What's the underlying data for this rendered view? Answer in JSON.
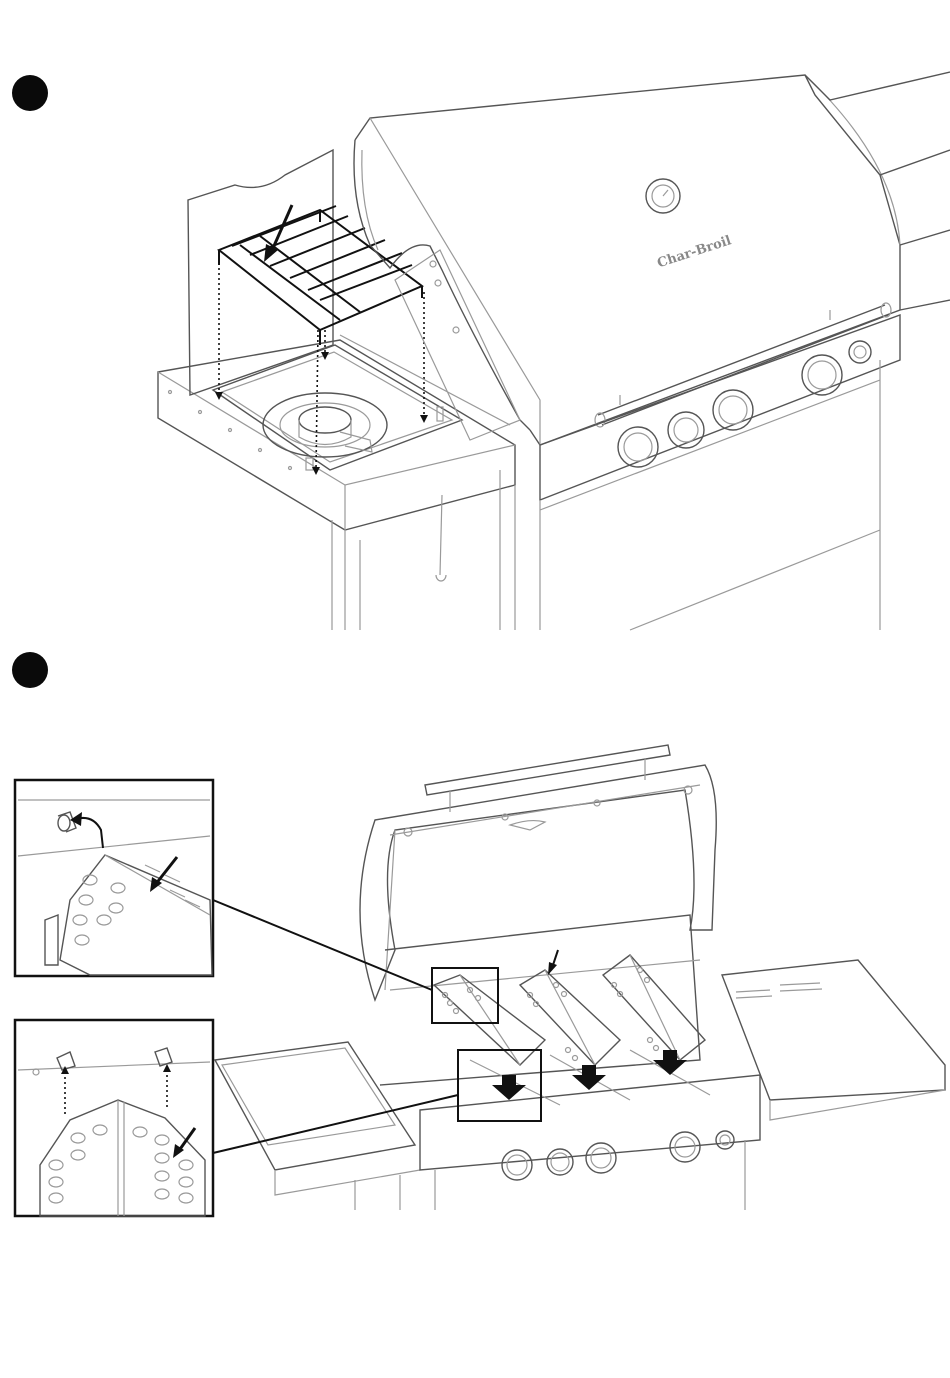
{
  "steps": [
    {
      "id": "step-1",
      "marker": "filled-black-circle"
    },
    {
      "id": "step-2",
      "marker": "filled-black-circle"
    }
  ],
  "brand": {
    "logo_text": "Char-Broil"
  },
  "icons": [
    "down-arrow-icon",
    "pointer-arrow-icon",
    "curved-arrow-icon"
  ],
  "colors": {
    "line": "#9a9a9a",
    "ink": "#111111",
    "background": "#ffffff"
  }
}
